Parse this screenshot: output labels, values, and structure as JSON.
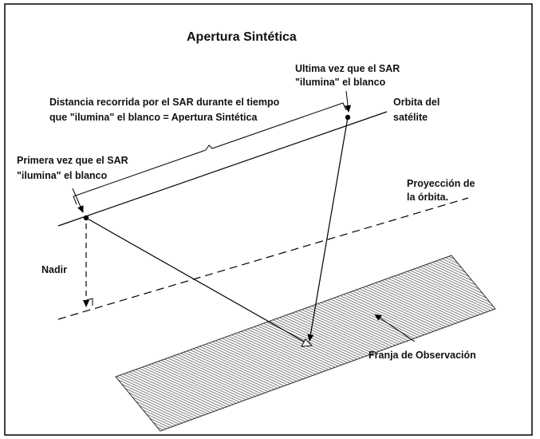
{
  "title": "Apertura Sintética",
  "labels": {
    "last_illumination": [
      "Ultima vez que el SAR",
      "\"ilumina\" el blanco"
    ],
    "synthetic_aperture": [
      "Distancia recorrida por el SAR durante el tiempo",
      "que \"ilumina\" el blanco  =  Apertura Sintética"
    ],
    "satellite_orbit": [
      "Orbita del",
      "satélite"
    ],
    "first_illumination": [
      "Primera vez que el SAR",
      "\"ilumina\" el blanco"
    ],
    "orbit_projection": [
      "Proyección de",
      "la órbita."
    ],
    "nadir": "Nadir",
    "observation_swath": "Franja de Observación"
  },
  "colors": {
    "line": "#000000",
    "swath_fill": "#8a8a8a",
    "frame": "#000000"
  }
}
